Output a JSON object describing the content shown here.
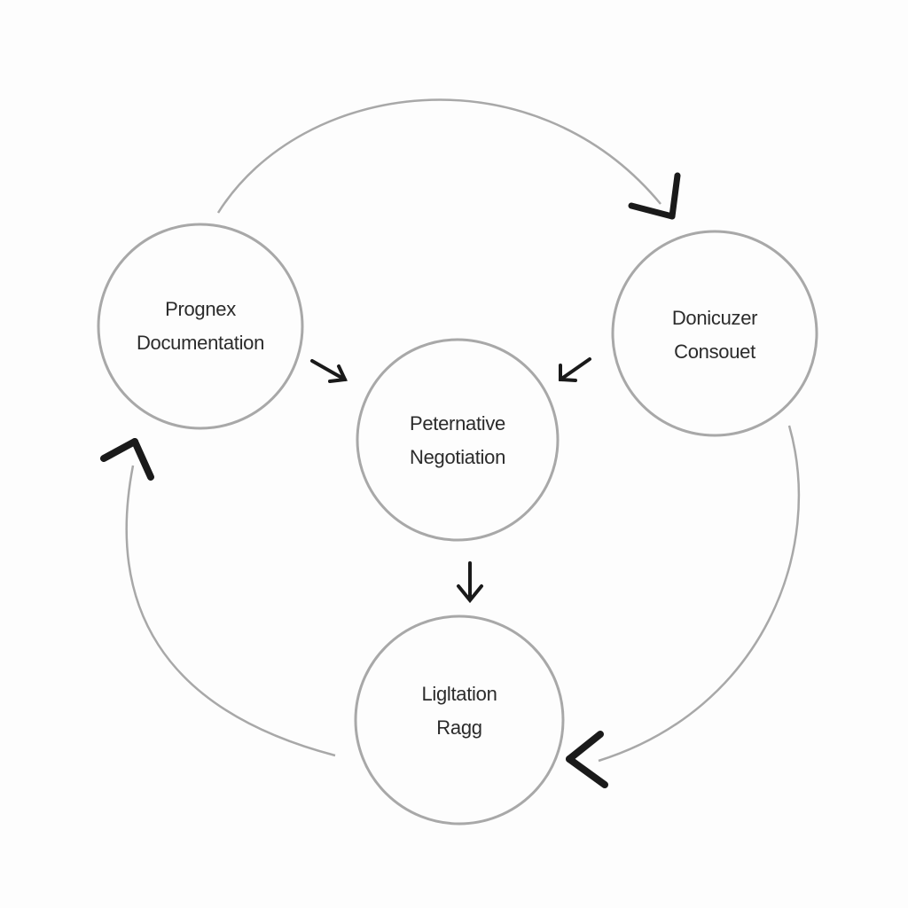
{
  "colors": {
    "background": "#fdfdfd",
    "stroke": "#a8a8a8",
    "arrow": "#1a1a1a",
    "text": "#2b2b2b"
  },
  "nodes": [
    {
      "id": "top-left",
      "lines": [
        "Prognex",
        "Documentation"
      ]
    },
    {
      "id": "top-right",
      "lines": [
        "Donicuzer",
        "Consouet"
      ]
    },
    {
      "id": "center",
      "lines": [
        "Peternative",
        "Negotiation"
      ]
    },
    {
      "id": "bottom",
      "lines": [
        "Ligltation",
        "Ragg"
      ]
    }
  ],
  "connectors": [
    {
      "id": "top-left-to-top-right",
      "style": "curved",
      "arrow": "head"
    },
    {
      "id": "top-right-to-bottom",
      "style": "curved",
      "arrow": "head"
    },
    {
      "id": "bottom-to-top-left",
      "style": "curved",
      "arrow": "head"
    },
    {
      "id": "top-left-to-center",
      "style": "short",
      "arrow": "head"
    },
    {
      "id": "top-right-to-center",
      "style": "short",
      "arrow": "head"
    },
    {
      "id": "center-to-bottom",
      "style": "short",
      "arrow": "head"
    }
  ]
}
